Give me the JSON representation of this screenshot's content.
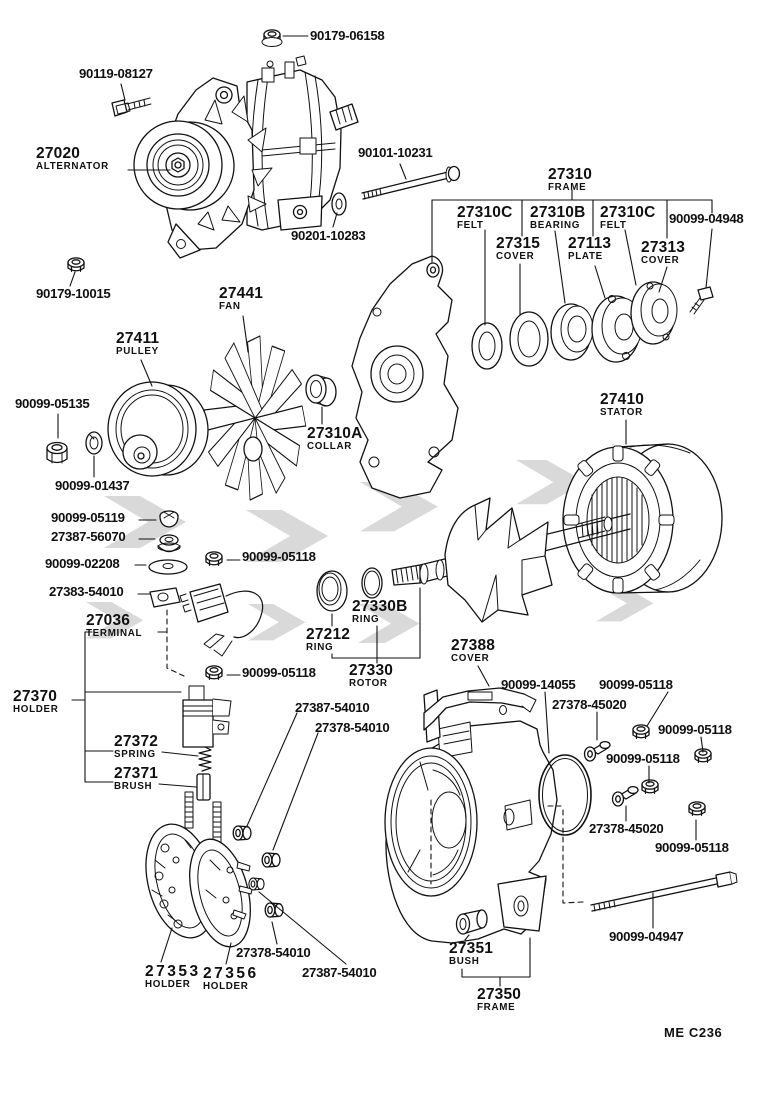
{
  "page": {
    "code_stamp": "ME C236"
  },
  "colors": {
    "ink": "#111111",
    "watermark": "#b4b4b4",
    "background": "#ffffff"
  },
  "labels": {
    "nut_90179_06158": {
      "number": "90179-06158"
    },
    "bolt_90119_08127": {
      "number": "90119-08127"
    },
    "alternator": {
      "number": "27020",
      "name": "ALTERNATOR"
    },
    "bolt_90101_10231": {
      "number": "90101-10231"
    },
    "washer_90201_10283": {
      "number": "90201-10283"
    },
    "frame_front": {
      "number": "27310",
      "name": "FRAME"
    },
    "felt_1": {
      "number": "27310C",
      "name": "FELT"
    },
    "bearing": {
      "number": "27310B",
      "name": "BEARING"
    },
    "felt_2": {
      "number": "27310C",
      "name": "FELT"
    },
    "bolt_90099_04948": {
      "number": "90099-04948"
    },
    "cover_27315": {
      "number": "27315",
      "name": "COVER"
    },
    "plate_27113": {
      "number": "27113",
      "name": "PLATE"
    },
    "cover_27313": {
      "number": "27313",
      "name": "COVER"
    },
    "nut_90179_10015": {
      "number": "90179-10015"
    },
    "fan": {
      "number": "27441",
      "name": "FAN"
    },
    "pulley": {
      "number": "27411",
      "name": "PULLEY"
    },
    "nut_90099_05135": {
      "number": "90099-05135"
    },
    "collar": {
      "number": "27310A",
      "name": "COLLAR"
    },
    "stator": {
      "number": "27410",
      "name": "STATOR"
    },
    "washer_90099_01437": {
      "number": "90099-01437"
    },
    "nut_90099_05119": {
      "number": "90099-05119"
    },
    "cap_27387_56070": {
      "number": "27387-56070"
    },
    "washer_90099_02208": {
      "number": "90099-02208"
    },
    "nut_90099_05118_1": {
      "number": "90099-05118"
    },
    "plate_27383_54010": {
      "number": "27383-54010"
    },
    "terminal": {
      "number": "27036",
      "name": "TERMINAL"
    },
    "ring_27330b": {
      "number": "27330B",
      "name": "RING"
    },
    "ring_27212": {
      "number": "27212",
      "name": "RING"
    },
    "nut_90099_05118_2": {
      "number": "90099-05118"
    },
    "rotor": {
      "number": "27330",
      "name": "ROTOR"
    },
    "cover_27388": {
      "number": "27388",
      "name": "COVER"
    },
    "holder_27370": {
      "number": "27370",
      "name": "HOLDER"
    },
    "oring_90099_14055": {
      "number": "90099-14055"
    },
    "nut_90099_05118_3": {
      "number": "90099-05118"
    },
    "bolt_27378_45020_1": {
      "number": "27378-45020"
    },
    "nut_90099_05118_4": {
      "number": "90099-05118"
    },
    "spring": {
      "number": "27372",
      "name": "SPRING"
    },
    "bush_27387_54010_1": {
      "number": "27387-54010"
    },
    "bush_27378_54010_1": {
      "number": "27378-54010"
    },
    "nut_90099_05118_5": {
      "number": "90099-05118"
    },
    "brush": {
      "number": "27371",
      "name": "BRUSH"
    },
    "bolt_27378_45020_2": {
      "number": "27378-45020"
    },
    "nut_90099_05118_6": {
      "number": "90099-05118"
    },
    "bush_27378_54010_2": {
      "number": "27378-54010"
    },
    "bush_27387_54010_2": {
      "number": "27387-54010"
    },
    "holder_27353": {
      "number": "27353",
      "name": "HOLDER"
    },
    "holder_27356": {
      "number": "27356",
      "name": "HOLDER"
    },
    "bush_27351": {
      "number": "27351",
      "name": "BUSH"
    },
    "bolt_90099_04947": {
      "number": "90099-04947"
    },
    "frame_rear": {
      "number": "27350",
      "name": "FRAME"
    },
    "sheet_code": {
      "number": "ME C236"
    }
  }
}
